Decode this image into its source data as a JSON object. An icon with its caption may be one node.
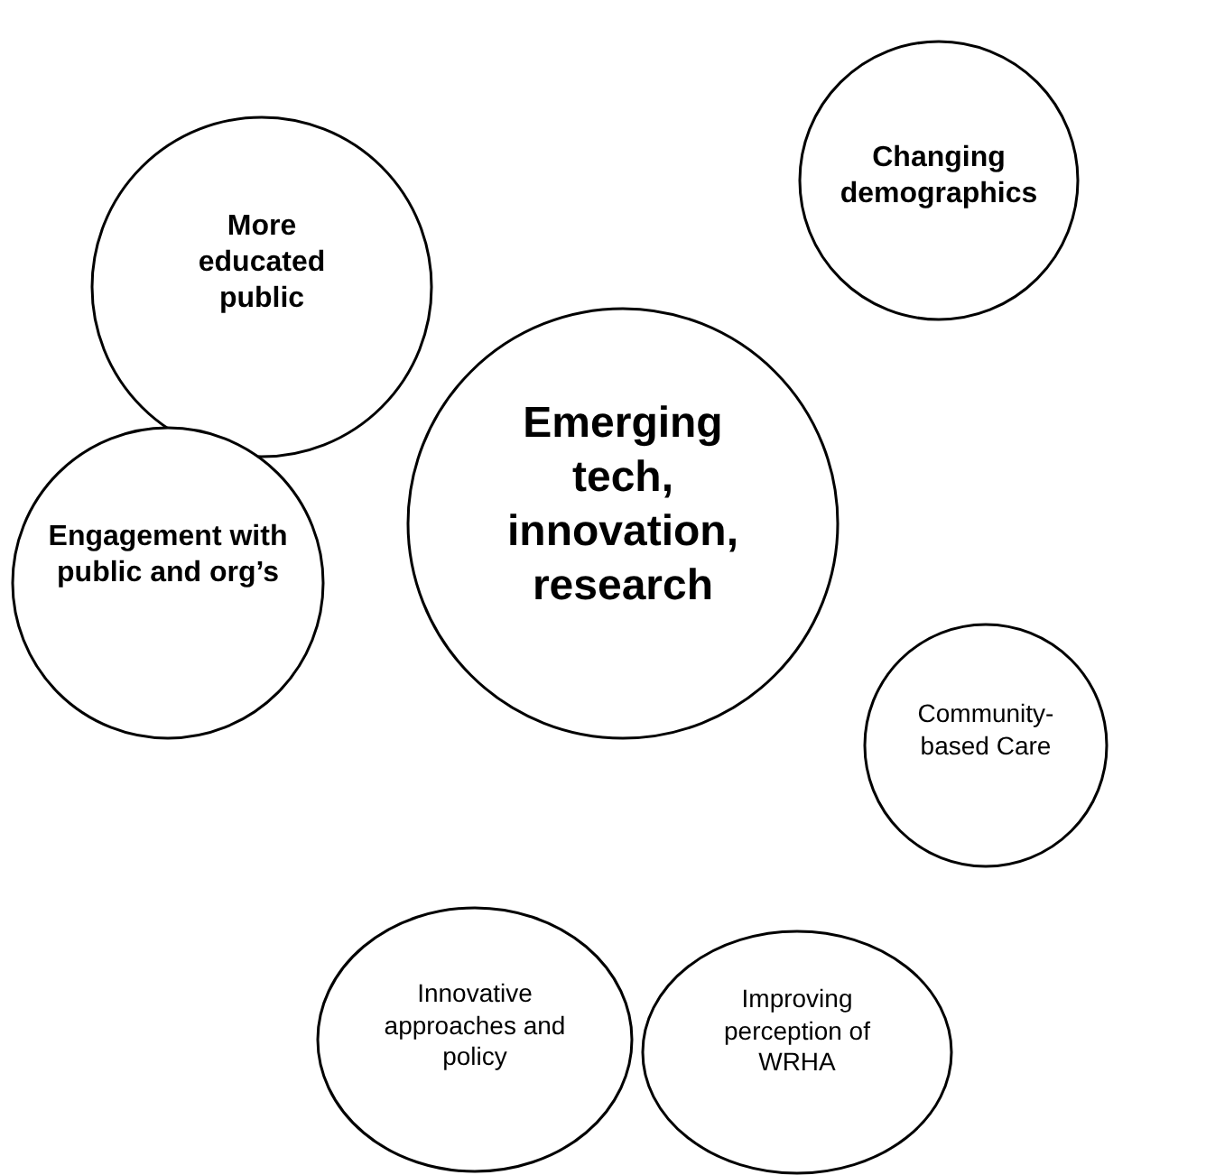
{
  "diagram": {
    "nodes": [
      {
        "text": [
          "More educated public"
        ]
      },
      {
        "text": [
          "Changing demographics"
        ]
      },
      {
        "text": [
          "Emerging tech, innovation, research"
        ]
      },
      {
        "text": [
          "Engagement with public and org’s"
        ]
      },
      {
        "text": [
          "Community-based Care"
        ]
      },
      {
        "text": [
          "Innovative approaches and policy"
        ]
      },
      {
        "text": [
          "Improving perception of WRHA"
        ]
      }
    ]
  }
}
